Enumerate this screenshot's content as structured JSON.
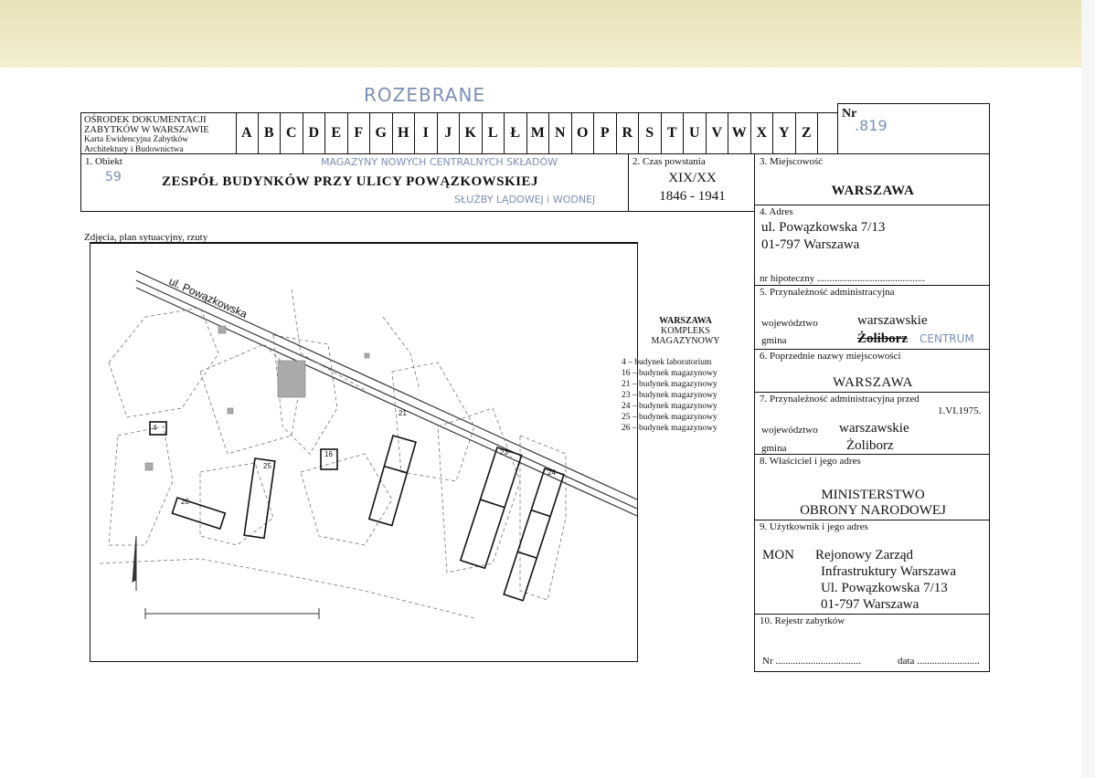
{
  "handwriting": {
    "top": "ROZEBRANE",
    "nr": ".819",
    "obj_no": "59",
    "object_note1": "MAGAZYNY NOWYCH CENTRALNYCH SKŁADÓW",
    "object_note2": "SŁUŻBY LĄDOWEJ i WODNEJ",
    "gmina_note": "CENTRUM"
  },
  "header": {
    "institution_line1": "OŚRODEK DOKUMENTACJI",
    "institution_line2": "ZABYTKÓW W WARSZAWIE",
    "institution_line3": "Karta Ewidencyjna Zabytków",
    "institution_line4": "Architektury i Budownictwa",
    "letters": [
      "A",
      "B",
      "C",
      "D",
      "E",
      "F",
      "G",
      "H",
      "I",
      "J",
      "K",
      "L",
      "Ł",
      "M",
      "N",
      "O",
      "P",
      "R",
      "S",
      "T",
      "U",
      "V",
      "W",
      "X",
      "Y",
      "Z"
    ],
    "nr_label": "Nr"
  },
  "obiekt": {
    "label": "1. Obiekt",
    "title": "ZESPÓŁ  BUDYNKÓW  PRZY ULICY POWĄZKOWSKIEJ"
  },
  "czas": {
    "label": "2. Czas powstania",
    "century": "XIX/XX",
    "years": "1846  -  1941"
  },
  "miejscowosc": {
    "label": "3. Miejscowość",
    "value": "WARSZAWA"
  },
  "adres": {
    "label": "4. Adres",
    "line1": "ul. Powązkowska  7/13",
    "line2": "01-797 Warszawa",
    "hipoteczny": "nr hipoteczny  ..........................................."
  },
  "przynaleznosc": {
    "label": "5. Przynależność administracyjna",
    "woj_label": "województwo",
    "woj_value": "warszawskie",
    "gmina_label": "gmina",
    "gmina_value": "Żoliborz"
  },
  "poprzednie": {
    "label": "6. Poprzednie nazwy miejscowości",
    "value": "WARSZAWA"
  },
  "przynaleznosc_przed": {
    "label": "7. Przynależność administracyjna  przed",
    "date": "1.VI.1975.",
    "woj_label": "województwo",
    "woj_value": "warszawskie",
    "gmina_label": "gmina",
    "gmina_value": "Żoliborz"
  },
  "wlasciciel": {
    "label": "8. Właściciel  i jego adres",
    "line1": "MINISTERSTWO",
    "line2": "OBRONY NARODOWEJ"
  },
  "uzytkownik": {
    "label": "9. Użytkownik i jego  adres",
    "mon": "MON",
    "line1": "Rejonowy Zarząd",
    "line2": "Infrastruktury Warszawa",
    "line3": "Ul. Powązkowska 7/13",
    "line4": "01-797 Warszawa"
  },
  "rejestr": {
    "label": "10. Rejestr zabytków",
    "nr": "Nr ..................................",
    "data": "data  ........................."
  },
  "photos": {
    "label": "Zdjęcia,  plan sytuacyjny,  rzuty",
    "street": "ul.  Powązkowska",
    "legend_title1": "WARSZAWA",
    "legend_title2": "KOMPLEKS",
    "legend_title3": "MAGAZYNOWY",
    "legend": [
      "4   – budynek  laboratorium",
      "16 – budynek magazynowy",
      "21 – budynek magazynowy",
      "23 – budynek magazynowy",
      "24 – budynek magazynowy",
      "25 – budynek magazynowy",
      "26 – budynek magazynowy"
    ],
    "buildings": [
      {
        "id": "4",
        "label": "4"
      },
      {
        "id": "16",
        "label": "16"
      },
      {
        "id": "21",
        "label": "21"
      },
      {
        "id": "23",
        "label": "23"
      },
      {
        "id": "24",
        "label": "24"
      },
      {
        "id": "25",
        "label": "25"
      },
      {
        "id": "26",
        "label": "26"
      }
    ]
  }
}
